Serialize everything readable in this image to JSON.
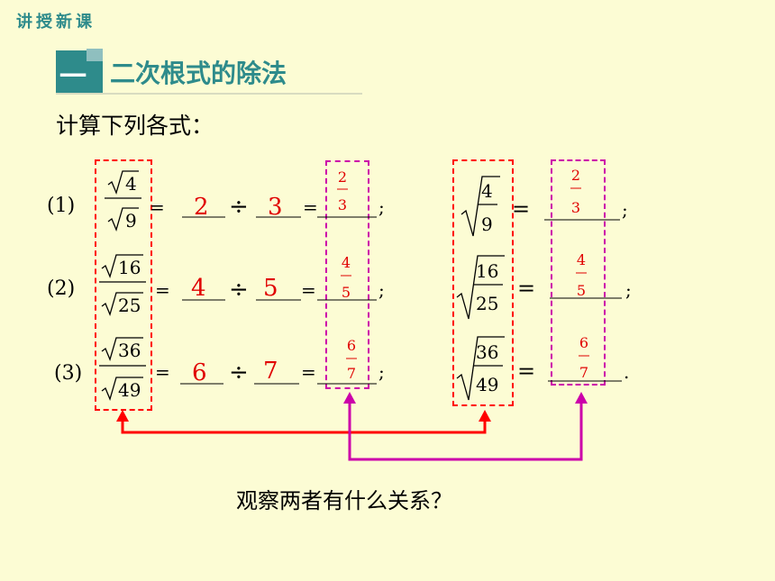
{
  "header": {
    "corner_label": "讲授新课",
    "section_number": "一",
    "section_title": "二次根式的除法"
  },
  "prompt": "计算下列各式：",
  "rows": [
    {
      "label": "(1)",
      "num": "4",
      "den": "9",
      "a": "2",
      "b": "3",
      "rn": "2",
      "rd": "3",
      "end": ";"
    },
    {
      "label": "(2)",
      "num": "16",
      "den": "25",
      "a": "4",
      "b": "5",
      "rn": "4",
      "rd": "5",
      "end": ";"
    },
    {
      "label": "(3)",
      "num": "36",
      "den": "49",
      "a": "6",
      "b": "7",
      "rn": "6",
      "rd": "7",
      "end": "."
    }
  ],
  "symbols": {
    "equals": "=",
    "divide": "÷",
    "semicolon": ";"
  },
  "question": "观察两者有什么关系？",
  "colors": {
    "accent": "#2e8b8b",
    "answer": "#e00000",
    "red_box": "#ff0000",
    "magenta": "#cc00aa"
  }
}
